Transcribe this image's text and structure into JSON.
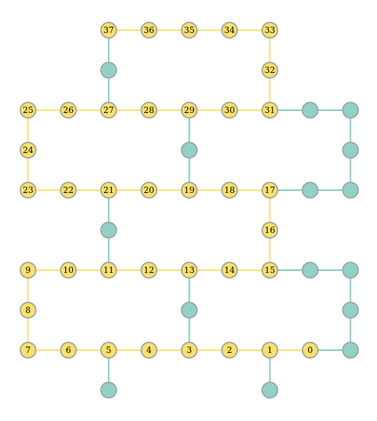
{
  "colors": {
    "path_node": "#f7e36a",
    "side_node": "#8fd3c7",
    "path_edge": "#f7e36a",
    "side_edge": "#7fc9bd",
    "node_outline": "#a3a3a3"
  },
  "nodes": [
    {
      "id": "37",
      "label": "37",
      "kind": "path",
      "col": 2,
      "row": 0
    },
    {
      "id": "36",
      "label": "36",
      "kind": "path",
      "col": 3,
      "row": 0
    },
    {
      "id": "35",
      "label": "35",
      "kind": "path",
      "col": 4,
      "row": 0
    },
    {
      "id": "34",
      "label": "34",
      "kind": "path",
      "col": 5,
      "row": 0
    },
    {
      "id": "33",
      "label": "33",
      "kind": "path",
      "col": 6,
      "row": 0
    },
    {
      "id": "32",
      "label": "32",
      "kind": "path",
      "col": 6,
      "row": 1
    },
    {
      "id": "25",
      "label": "25",
      "kind": "path",
      "col": 0,
      "row": 2
    },
    {
      "id": "26",
      "label": "26",
      "kind": "path",
      "col": 1,
      "row": 2
    },
    {
      "id": "27",
      "label": "27",
      "kind": "path",
      "col": 2,
      "row": 2
    },
    {
      "id": "28",
      "label": "28",
      "kind": "path",
      "col": 3,
      "row": 2
    },
    {
      "id": "29",
      "label": "29",
      "kind": "path",
      "col": 4,
      "row": 2
    },
    {
      "id": "30",
      "label": "30",
      "kind": "path",
      "col": 5,
      "row": 2
    },
    {
      "id": "31",
      "label": "31",
      "kind": "path",
      "col": 6,
      "row": 2
    },
    {
      "id": "24",
      "label": "24",
      "kind": "path",
      "col": 0,
      "row": 3
    },
    {
      "id": "23",
      "label": "23",
      "kind": "path",
      "col": 0,
      "row": 4
    },
    {
      "id": "22",
      "label": "22",
      "kind": "path",
      "col": 1,
      "row": 4
    },
    {
      "id": "21",
      "label": "21",
      "kind": "path",
      "col": 2,
      "row": 4
    },
    {
      "id": "20",
      "label": "20",
      "kind": "path",
      "col": 3,
      "row": 4
    },
    {
      "id": "19",
      "label": "19",
      "kind": "path",
      "col": 4,
      "row": 4
    },
    {
      "id": "18",
      "label": "18",
      "kind": "path",
      "col": 5,
      "row": 4
    },
    {
      "id": "17",
      "label": "17",
      "kind": "path",
      "col": 6,
      "row": 4
    },
    {
      "id": "16",
      "label": "16",
      "kind": "path",
      "col": 6,
      "row": 5
    },
    {
      "id": "9",
      "label": "9",
      "kind": "path",
      "col": 0,
      "row": 6
    },
    {
      "id": "10",
      "label": "10",
      "kind": "path",
      "col": 1,
      "row": 6
    },
    {
      "id": "11",
      "label": "11",
      "kind": "path",
      "col": 2,
      "row": 6
    },
    {
      "id": "12",
      "label": "12",
      "kind": "path",
      "col": 3,
      "row": 6
    },
    {
      "id": "13",
      "label": "13",
      "kind": "path",
      "col": 4,
      "row": 6
    },
    {
      "id": "14",
      "label": "14",
      "kind": "path",
      "col": 5,
      "row": 6
    },
    {
      "id": "15",
      "label": "15",
      "kind": "path",
      "col": 6,
      "row": 6
    },
    {
      "id": "8",
      "label": "8",
      "kind": "path",
      "col": 0,
      "row": 7
    },
    {
      "id": "7",
      "label": "7",
      "kind": "path",
      "col": 0,
      "row": 8
    },
    {
      "id": "6",
      "label": "6",
      "kind": "path",
      "col": 1,
      "row": 8
    },
    {
      "id": "5",
      "label": "5",
      "kind": "path",
      "col": 2,
      "row": 8
    },
    {
      "id": "4",
      "label": "4",
      "kind": "path",
      "col": 3,
      "row": 8
    },
    {
      "id": "3",
      "label": "3",
      "kind": "path",
      "col": 4,
      "row": 8
    },
    {
      "id": "2",
      "label": "2",
      "kind": "path",
      "col": 5,
      "row": 8
    },
    {
      "id": "1",
      "label": "1",
      "kind": "path",
      "col": 6,
      "row": 8
    },
    {
      "id": "0",
      "label": "0",
      "kind": "path",
      "col": 7,
      "row": 8
    },
    {
      "id": "a",
      "label": "",
      "kind": "side",
      "col": 2,
      "row": 1
    },
    {
      "id": "b",
      "label": "",
      "kind": "side",
      "col": 7,
      "row": 2
    },
    {
      "id": "c",
      "label": "",
      "kind": "side",
      "col": 8,
      "row": 2
    },
    {
      "id": "d",
      "label": "",
      "kind": "side",
      "col": 4,
      "row": 3
    },
    {
      "id": "e",
      "label": "",
      "kind": "side",
      "col": 8,
      "row": 3
    },
    {
      "id": "f",
      "label": "",
      "kind": "side",
      "col": 7,
      "row": 4
    },
    {
      "id": "g",
      "label": "",
      "kind": "side",
      "col": 8,
      "row": 4
    },
    {
      "id": "h",
      "label": "",
      "kind": "side",
      "col": 2,
      "row": 5
    },
    {
      "id": "i",
      "label": "",
      "kind": "side",
      "col": 7,
      "row": 6
    },
    {
      "id": "j",
      "label": "",
      "kind": "side",
      "col": 8,
      "row": 6
    },
    {
      "id": "k",
      "label": "",
      "kind": "side",
      "col": 4,
      "row": 7
    },
    {
      "id": "l",
      "label": "",
      "kind": "side",
      "col": 8,
      "row": 7
    },
    {
      "id": "m",
      "label": "",
      "kind": "side",
      "col": 8,
      "row": 8
    },
    {
      "id": "n",
      "label": "",
      "kind": "side",
      "col": 2,
      "row": 9
    },
    {
      "id": "o",
      "label": "",
      "kind": "side",
      "col": 6,
      "row": 9
    }
  ],
  "edges": [
    {
      "from": "0",
      "to": "1",
      "kind": "path"
    },
    {
      "from": "1",
      "to": "2",
      "kind": "path"
    },
    {
      "from": "2",
      "to": "3",
      "kind": "path"
    },
    {
      "from": "3",
      "to": "4",
      "kind": "path"
    },
    {
      "from": "4",
      "to": "5",
      "kind": "path"
    },
    {
      "from": "5",
      "to": "6",
      "kind": "path"
    },
    {
      "from": "6",
      "to": "7",
      "kind": "path"
    },
    {
      "from": "7",
      "to": "8",
      "kind": "path"
    },
    {
      "from": "8",
      "to": "9",
      "kind": "path"
    },
    {
      "from": "9",
      "to": "10",
      "kind": "path"
    },
    {
      "from": "10",
      "to": "11",
      "kind": "path"
    },
    {
      "from": "11",
      "to": "12",
      "kind": "path"
    },
    {
      "from": "12",
      "to": "13",
      "kind": "path"
    },
    {
      "from": "13",
      "to": "14",
      "kind": "path"
    },
    {
      "from": "14",
      "to": "15",
      "kind": "path"
    },
    {
      "from": "15",
      "to": "16",
      "kind": "path"
    },
    {
      "from": "16",
      "to": "17",
      "kind": "path"
    },
    {
      "from": "17",
      "to": "18",
      "kind": "path"
    },
    {
      "from": "18",
      "to": "19",
      "kind": "path"
    },
    {
      "from": "19",
      "to": "20",
      "kind": "path"
    },
    {
      "from": "20",
      "to": "21",
      "kind": "path"
    },
    {
      "from": "21",
      "to": "22",
      "kind": "path"
    },
    {
      "from": "22",
      "to": "23",
      "kind": "path"
    },
    {
      "from": "23",
      "to": "24",
      "kind": "path"
    },
    {
      "from": "24",
      "to": "25",
      "kind": "path"
    },
    {
      "from": "25",
      "to": "26",
      "kind": "path"
    },
    {
      "from": "26",
      "to": "27",
      "kind": "path"
    },
    {
      "from": "27",
      "to": "28",
      "kind": "path"
    },
    {
      "from": "28",
      "to": "29",
      "kind": "path"
    },
    {
      "from": "29",
      "to": "30",
      "kind": "path"
    },
    {
      "from": "30",
      "to": "31",
      "kind": "path"
    },
    {
      "from": "31",
      "to": "32",
      "kind": "path"
    },
    {
      "from": "32",
      "to": "33",
      "kind": "path"
    },
    {
      "from": "33",
      "to": "34",
      "kind": "path"
    },
    {
      "from": "34",
      "to": "35",
      "kind": "path"
    },
    {
      "from": "35",
      "to": "36",
      "kind": "path"
    },
    {
      "from": "36",
      "to": "37",
      "kind": "path"
    },
    {
      "from": "37",
      "to": "a",
      "kind": "side"
    },
    {
      "from": "a",
      "to": "27",
      "kind": "side"
    },
    {
      "from": "31",
      "to": "b",
      "kind": "side"
    },
    {
      "from": "b",
      "to": "c",
      "kind": "side"
    },
    {
      "from": "c",
      "to": "e",
      "kind": "side"
    },
    {
      "from": "e",
      "to": "g",
      "kind": "side"
    },
    {
      "from": "g",
      "to": "f",
      "kind": "side"
    },
    {
      "from": "f",
      "to": "17",
      "kind": "side"
    },
    {
      "from": "29",
      "to": "d",
      "kind": "side"
    },
    {
      "from": "d",
      "to": "19",
      "kind": "side"
    },
    {
      "from": "21",
      "to": "h",
      "kind": "side"
    },
    {
      "from": "h",
      "to": "11",
      "kind": "side"
    },
    {
      "from": "15",
      "to": "i",
      "kind": "side"
    },
    {
      "from": "i",
      "to": "j",
      "kind": "side"
    },
    {
      "from": "j",
      "to": "l",
      "kind": "side"
    },
    {
      "from": "l",
      "to": "m",
      "kind": "side"
    },
    {
      "from": "m",
      "to": "0",
      "kind": "side"
    },
    {
      "from": "13",
      "to": "k",
      "kind": "side"
    },
    {
      "from": "k",
      "to": "3",
      "kind": "side"
    },
    {
      "from": "5",
      "to": "n",
      "kind": "side"
    },
    {
      "from": "1",
      "to": "o",
      "kind": "side"
    }
  ]
}
